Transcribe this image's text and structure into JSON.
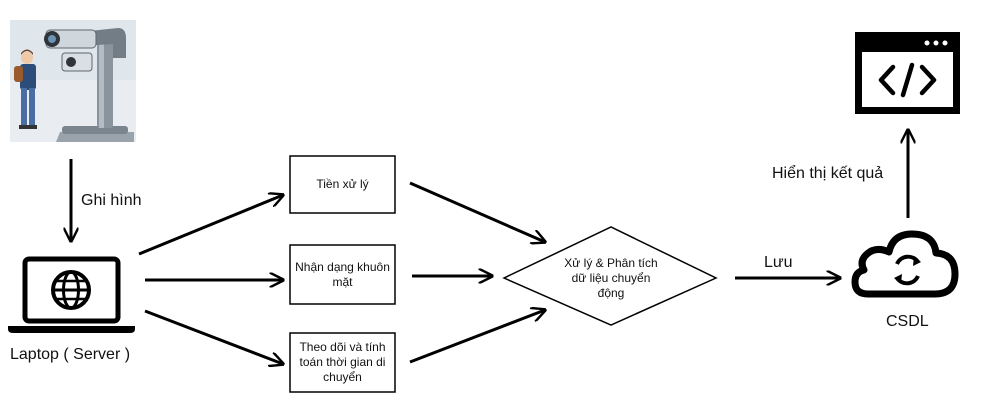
{
  "icons": {
    "camera": "surveillance-camera-illustration",
    "laptop": "laptop-globe-icon",
    "database": "cloud-sync-icon",
    "display": "browser-code-icon"
  },
  "labels": {
    "record": "Ghi hình",
    "laptop": "Laptop ( Server )",
    "save": "Lưu",
    "csdl": "CSDL",
    "show_result": "Hiển thị kết quả"
  },
  "boxes": {
    "preprocess": "Tiền xử lý",
    "face_recognition": "Nhận dạng khuôn mặt",
    "tracking": "Theo dõi và tính toán thời gian di chuyển",
    "analysis": "Xử lý & Phân tích dữ liệu chuyển động"
  }
}
